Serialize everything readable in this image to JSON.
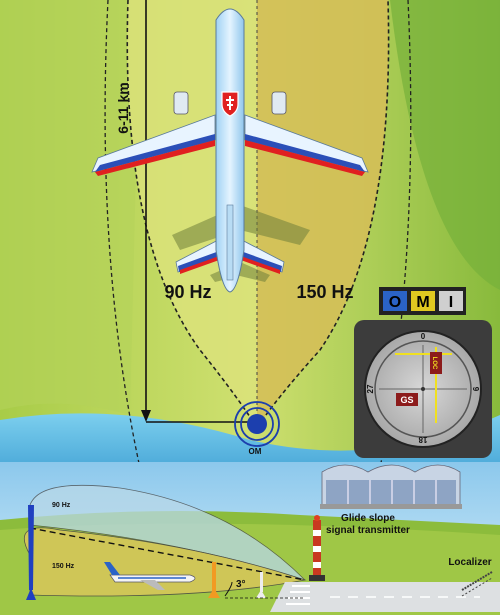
{
  "labels": {
    "distance": "6-11 km",
    "left_lobe": "90 Hz",
    "right_lobe": "150 Hz",
    "outer_marker": "OM",
    "omi_o": "O",
    "omi_m": "M",
    "omi_i": "I",
    "gs_flag": "GS",
    "compass_top": "0",
    "compass_right": "9",
    "compass_bottom": "18",
    "compass_left": "27",
    "glide_lobe_top": "90 Hz",
    "glide_lobe_bottom": "150 Hz",
    "glide_angle": "3°",
    "glide_slope_title_1": "Glide slope",
    "glide_slope_title_2": "signal transmitter",
    "localizer": "Localizer"
  },
  "colors": {
    "sky": "#6ec6e8",
    "grass_light": "#c8dc5a",
    "grass_dark": "#8cbc3c",
    "lobe_left": "#d8e070",
    "lobe_right": "#d8c45a",
    "omi_o": "#2b63c6",
    "omi_m": "#e0c820",
    "omi_i": "#d0d0d0",
    "needle": "#f0e020"
  }
}
